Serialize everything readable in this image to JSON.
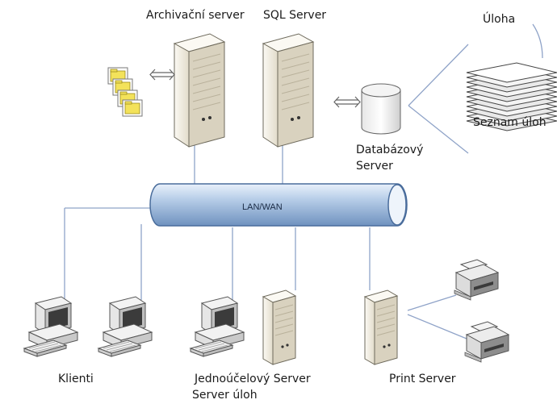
{
  "labels": {
    "archive_server": "Archivační server",
    "sql_server": "SQL Server",
    "task": "Úloha",
    "task_list": "Seznam úloh",
    "database_server_line1": "Databázový",
    "database_server_line2": "Server",
    "network": "LAN/WAN",
    "clients": "Klienti",
    "single_purpose_server": "Jednoúčelový Server",
    "task_server": "Server úloh",
    "print_server": "Print Server"
  },
  "colors": {
    "line": "#8fa3c8",
    "pipe": "#a9c2e2",
    "pipe_edge": "#4a6d9c",
    "server_light": "#f1ede3",
    "server_shade": "#d7d0bd",
    "folder": "#f3e25a"
  }
}
